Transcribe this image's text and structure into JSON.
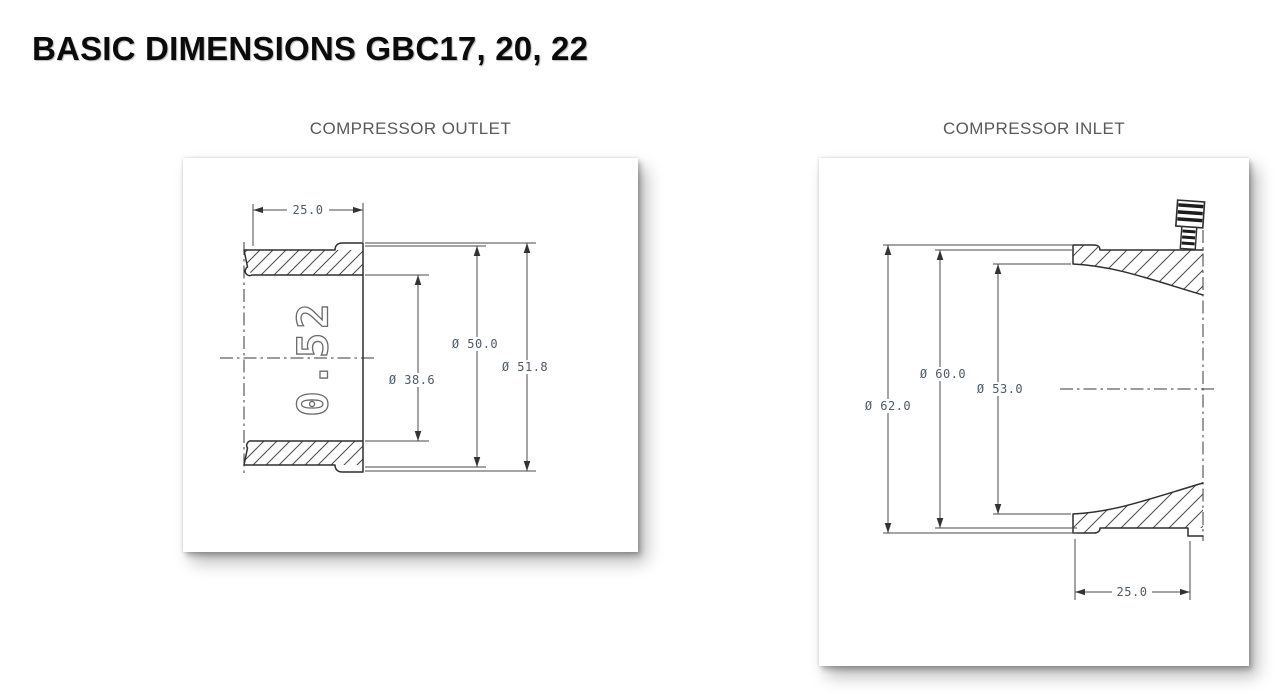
{
  "page": {
    "heading": "BASIC DIMENSIONS GBC17, 20, 22",
    "background": "#ffffff"
  },
  "colors": {
    "heading_text": "#0b0b0b",
    "figure_title_text": "#58595b",
    "drawing_line": "#3c3c3c",
    "dimension_text": "#4b5a68",
    "panel_background": "#ffffff"
  },
  "outlet": {
    "title": "COMPRESSOR OUTLET",
    "part_marking": "0.52",
    "dims": {
      "length": "25.0",
      "bore_diameter": "Ø 38.6",
      "outer_diameter": "Ø 50.0",
      "bead_diameter": "Ø 51.8"
    }
  },
  "inlet": {
    "title": "COMPRESSOR INLET",
    "dims": {
      "flange_diameter": "Ø 62.0",
      "outer_diameter": "Ø 60.0",
      "bore_diameter": "Ø 53.0",
      "length": "25.0"
    }
  }
}
